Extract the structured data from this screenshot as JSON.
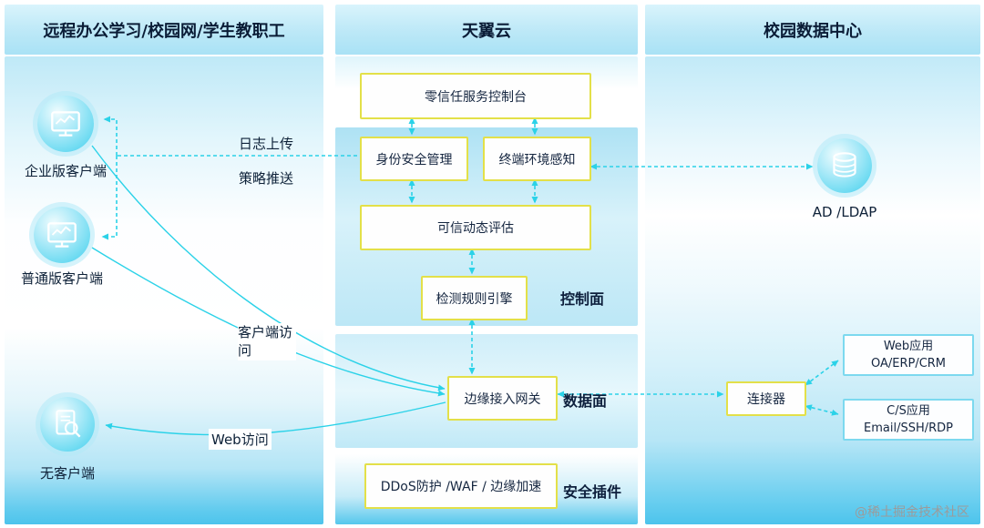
{
  "headers": {
    "left": "远程办公学习/校园网/学生教职工",
    "middle": "天翼云",
    "right": "校园数据中心"
  },
  "left": {
    "enterprise_client": "企业版客户端",
    "standard_client": "普通版客户端",
    "no_client": "无客户端",
    "log_upload": "日志上传",
    "policy_push": "策略推送",
    "client_access": "客户端访问",
    "web_access": "Web访问"
  },
  "cloud": {
    "console": "零信任服务控制台",
    "identity": "身份安全管理",
    "environment": "终端环境感知",
    "evaluation": "可信动态评估",
    "engine": "检测规则引擎",
    "control_plane": "控制面",
    "gateway": "边缘接入网关",
    "data_plane": "数据面",
    "security_plugins": "DDoS防护 /WAF / 边缘加速",
    "plugin_label": "安全插件"
  },
  "datacenter": {
    "ad_ldap": "AD /LDAP",
    "connector": "连接器",
    "web_app_line1": "Web应用",
    "web_app_line2": "OA/ERP/CRM",
    "cs_app_line1": "C/S应用",
    "cs_app_line2": "Email/SSH/RDP"
  },
  "watermark": "@稀土掘金技术社区",
  "colors": {
    "arrow": "#2bd2e8",
    "yellow_border": "#e3e049",
    "cyan_border": "#7cd9ef",
    "header_bg": "#bce8f7"
  }
}
